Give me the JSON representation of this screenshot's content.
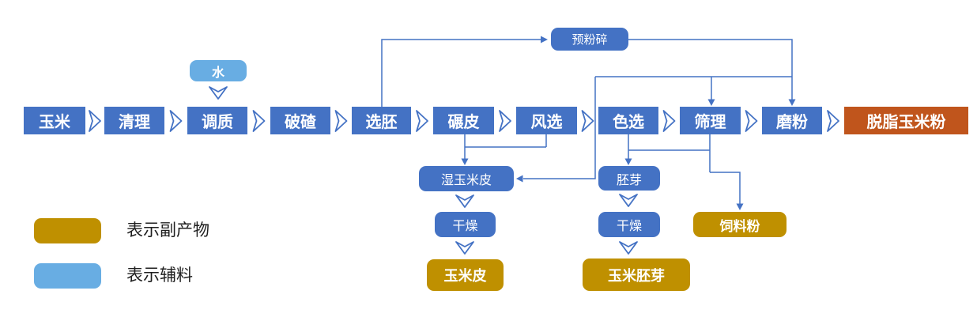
{
  "diagram_title": "corn-flour-processing-flowchart",
  "flow": {
    "main": [
      "玉米",
      "清理",
      "调质",
      "破碴",
      "选胚",
      "碾皮",
      "风选",
      "色选",
      "筛理",
      "磨粉",
      "脱脂玉米粉"
    ],
    "top": {
      "pre_crushing": "预粉碎",
      "water": "水"
    },
    "branches": {
      "wet_corn_bran": "湿玉米皮",
      "germ": "胚芽",
      "drying_left": "干燥",
      "drying_right": "干燥",
      "feed_powder": "饲料粉",
      "corn_bran": "玉米皮",
      "corn_germ": "玉米胚芽"
    }
  },
  "edges": [
    {
      "from": "玉米",
      "to": "清理"
    },
    {
      "from": "清理",
      "to": "调质"
    },
    {
      "from": "调质",
      "to": "破碴"
    },
    {
      "from": "破碴",
      "to": "选胚"
    },
    {
      "from": "选胚",
      "to": "碾皮"
    },
    {
      "from": "碾皮",
      "to": "风选"
    },
    {
      "from": "风选",
      "to": "色选"
    },
    {
      "from": "色选",
      "to": "筛理"
    },
    {
      "from": "筛理",
      "to": "磨粉"
    },
    {
      "from": "磨粉",
      "to": "脱脂玉米粉"
    },
    {
      "from": "选胚",
      "to": "预粉碎"
    },
    {
      "from": "预粉碎",
      "to": "筛理"
    },
    {
      "from": "预粉碎",
      "to": "磨粉"
    },
    {
      "from": "预粉碎",
      "to": "湿玉米皮"
    },
    {
      "from": "碾皮",
      "to": "湿玉米皮"
    },
    {
      "from": "风选",
      "to": "湿玉米皮"
    },
    {
      "from": "色选",
      "to": "胚芽"
    },
    {
      "from": "筛理",
      "to": "胚芽"
    },
    {
      "from": "筛理",
      "to": "饲料粉"
    },
    {
      "from": "水",
      "to": "调质"
    },
    {
      "from": "湿玉米皮",
      "to": "干燥"
    },
    {
      "from": "干燥",
      "to": "玉米皮"
    },
    {
      "from": "胚芽",
      "to": "干燥"
    },
    {
      "from": "干燥",
      "to": "玉米胚芽"
    }
  ],
  "legend": {
    "byproduct_label": "表示副产物",
    "auxiliary_label": "表示辅料"
  },
  "colors": {
    "process_blue": "#4472C4",
    "auxiliary_blue": "#68ADE3",
    "byproduct_gold": "#BF9000",
    "product_orange": "#C0551C",
    "connector_blue": "#4472C4"
  }
}
